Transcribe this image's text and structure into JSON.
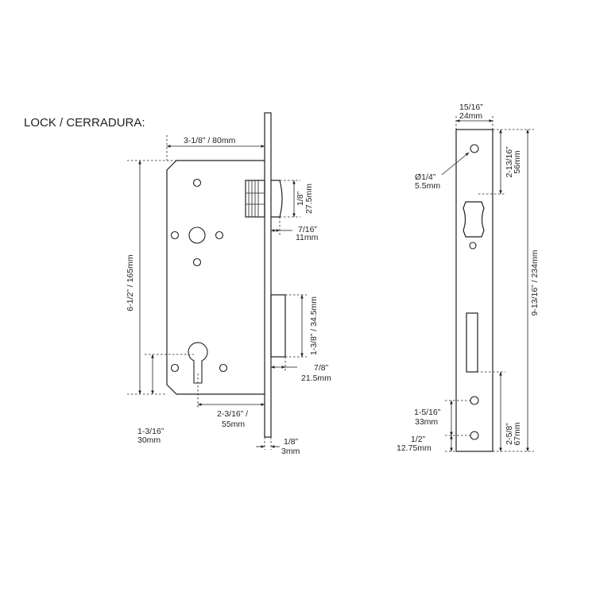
{
  "title": "LOCK / CERRADURA:",
  "lock_body": {
    "width_label": "3-1/8” / 80mm",
    "height_label": "6-1/2” / 165mm",
    "latch_height_label_in": "1/8”",
    "latch_height_label_mm": "27.5mm",
    "latch_throw_label_in": "7/16”",
    "latch_throw_label_mm": "11mm",
    "deadbolt_height_label": "1-3/8” / 34.5mm",
    "deadbolt_throw_label_in": "7/8”",
    "deadbolt_throw_label_mm": "21.5mm",
    "backset_label_in": "2-3/16” /",
    "backset_label_mm": "55mm",
    "cylinder_offset_label_in": "1-3/16”",
    "cylinder_offset_label_mm": "30mm",
    "faceplate_thickness_label_in": "1/8”",
    "faceplate_thickness_label_mm": "3mm"
  },
  "faceplate": {
    "width_label_in": "15/16”",
    "width_label_mm": "24mm",
    "hole_diameter_label_in": "Ø1/4”",
    "hole_diameter_label_mm": "5.5mm",
    "top_hole_label_in": "2-13/16”",
    "top_hole_label_mm": "56mm",
    "length_label": "9-13/16” / 234mm",
    "bottom_label_in": "2-5/8”",
    "bottom_label_mm": "67mm",
    "hole_spacing_label_in": "1-5/16”",
    "hole_spacing_label_mm": "33mm",
    "bottom_hole_label_in": "1/2”",
    "bottom_hole_label_mm": "12.75mm"
  }
}
